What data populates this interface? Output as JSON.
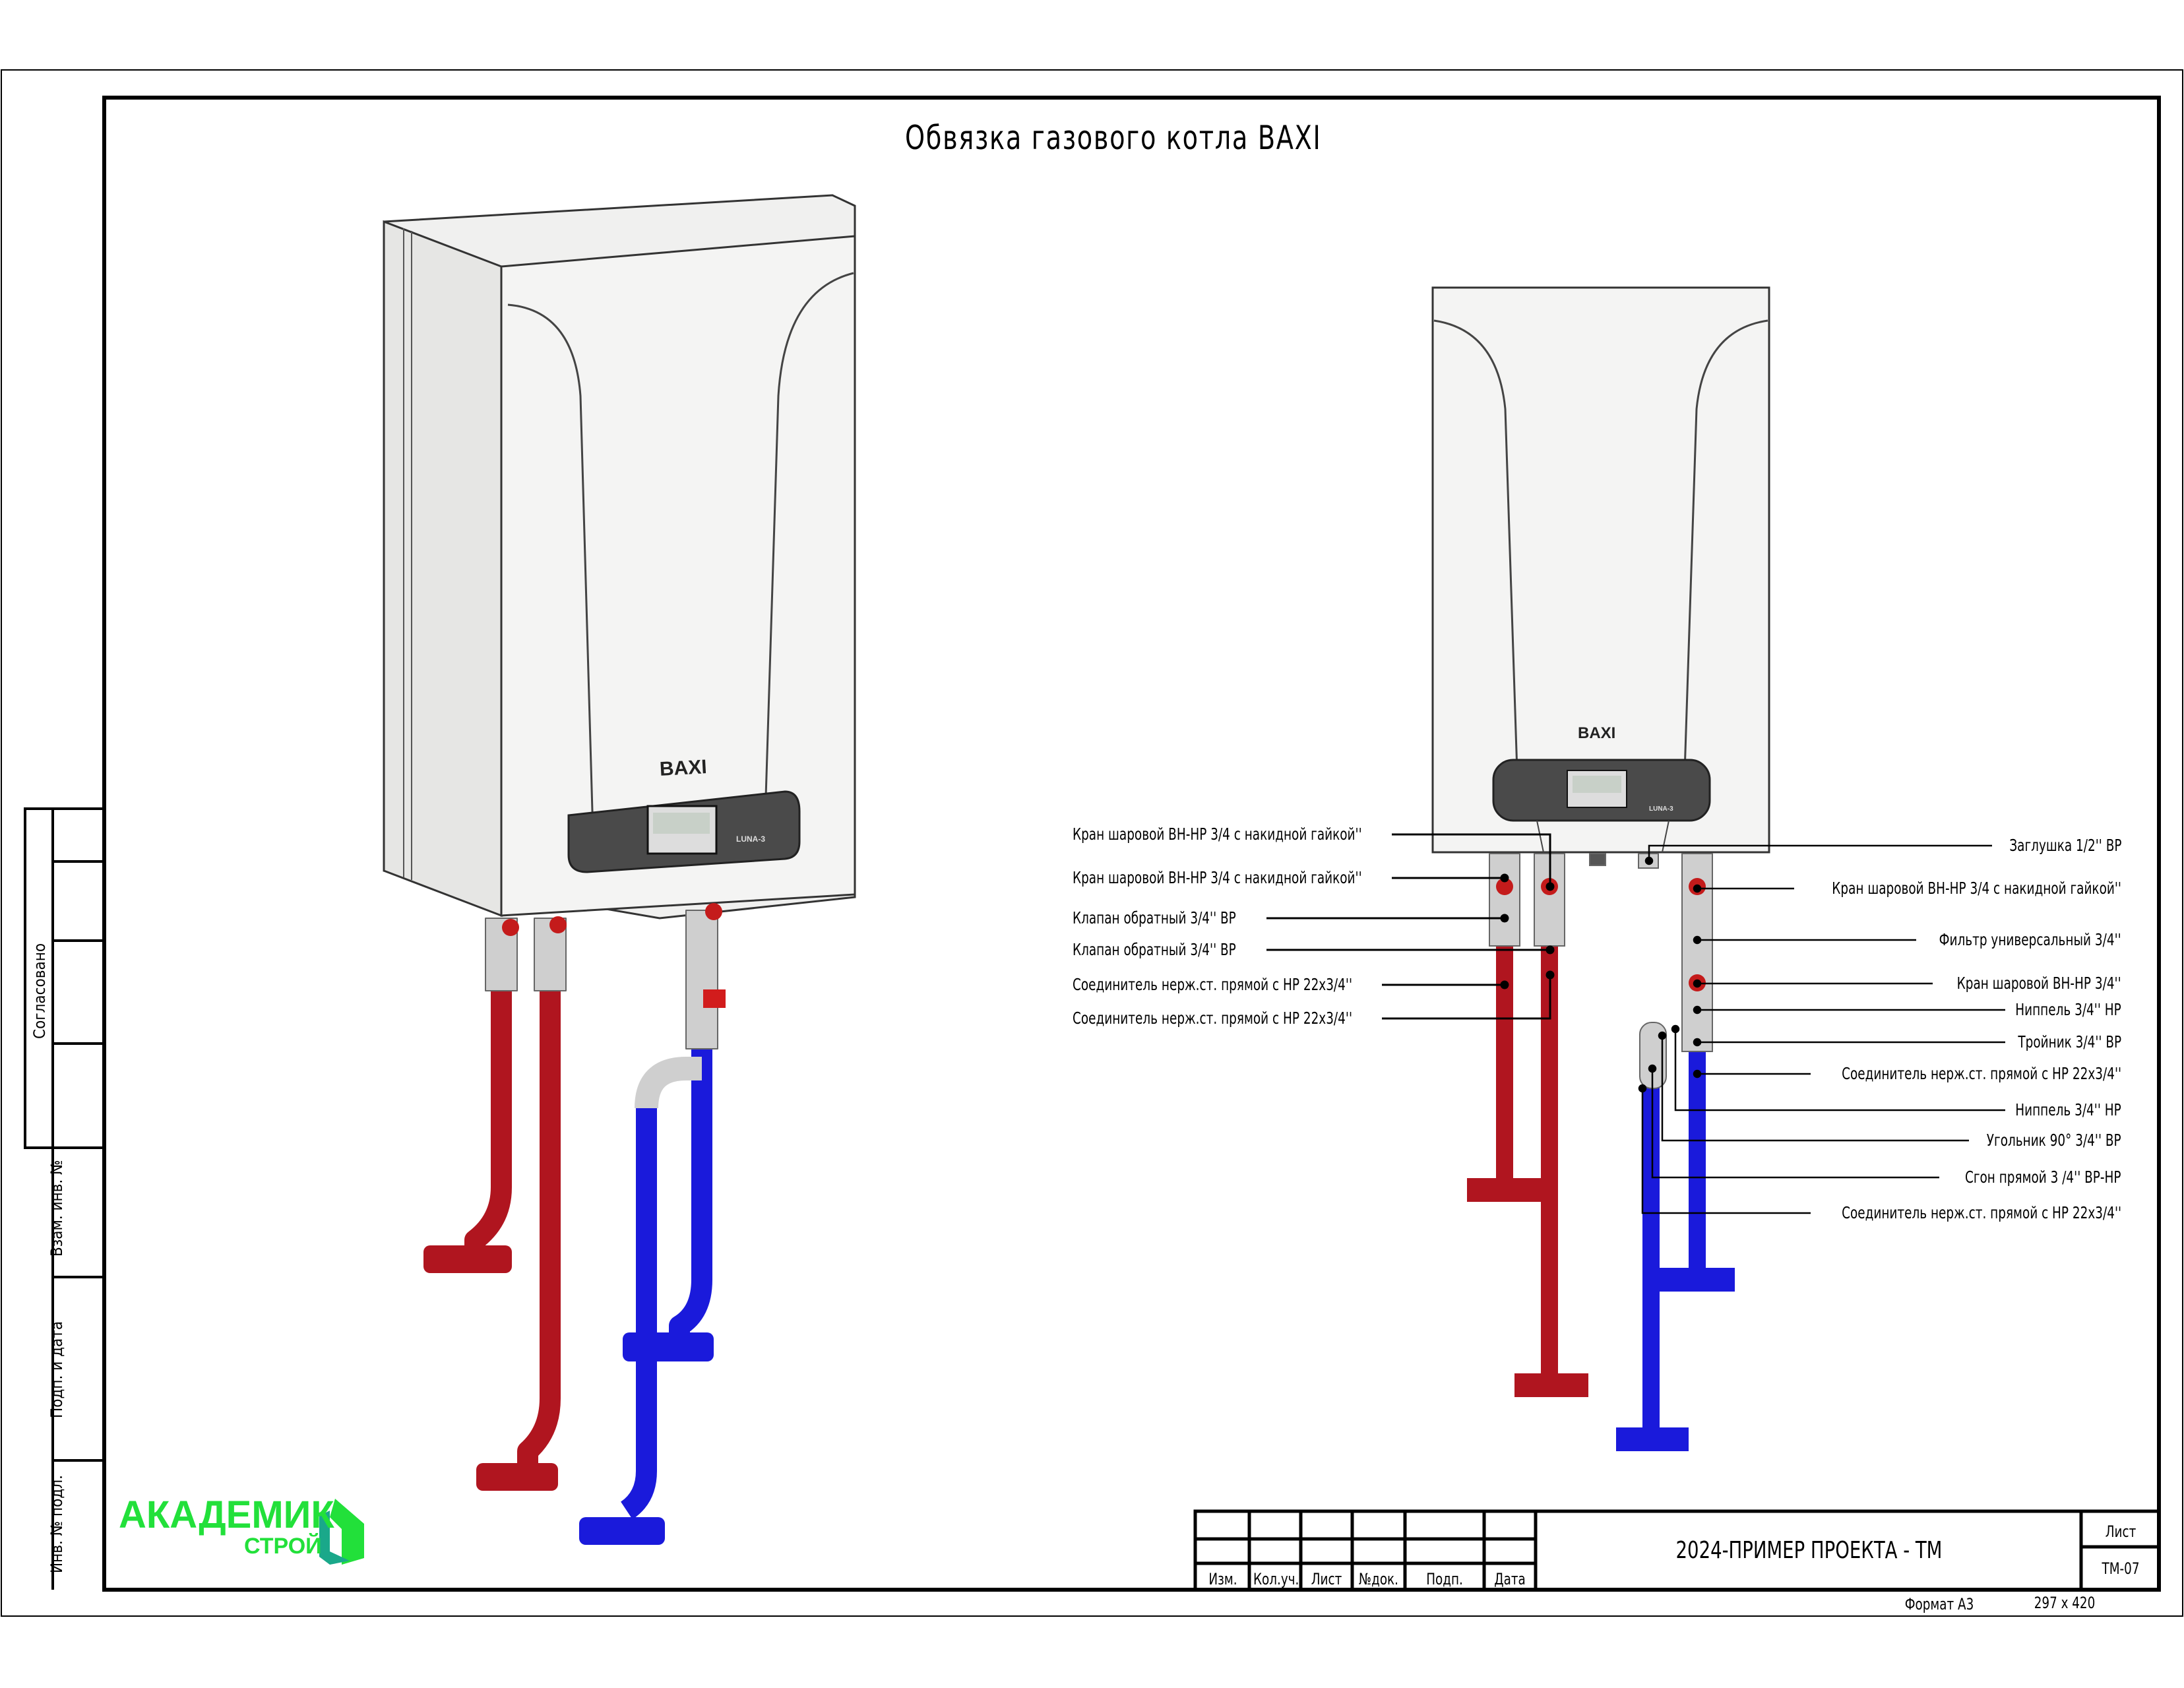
{
  "title": "Обвязка газового котла BAXI",
  "boiler": {
    "brand": "BAXI",
    "model": "LUNA-3"
  },
  "left_labels": [
    "Кран шаровой ВН-НР 3/4 с накидной гайкой''",
    "Кран шаровой ВН-НР 3/4 с накидной гайкой''",
    "Клапан обратный 3/4'' ВР",
    "Клапан обратный 3/4'' ВР",
    "Соединитель нерж.ст. прямой с НР 22х3/4''",
    "Соединитель нерж.ст. прямой с НР 22х3/4''"
  ],
  "right_labels": [
    "Заглушка 1/2'' ВР",
    "Кран шаровой ВН-НР 3/4 с накидной гайкой''",
    "Фильтр универсальный 3/4''",
    "Кран шаровой ВН-НР 3/4''",
    "Ниппель 3/4'' НР",
    "Тройник 3/4'' ВР",
    "Соединитель нерж.ст. прямой с НР 22х3/4''",
    "Ниппель 3/4'' НР",
    "Угольник 90° 3/4'' ВР",
    "Сгон прямой 3 /4'' ВР-НР",
    "Соединитель нерж.ст. прямой с НР 22х3/4''"
  ],
  "stamp": {
    "agreed": "Согласовано",
    "vzam": "Взам. инв. №",
    "podp": "Подп. и дата",
    "inv": "Инв. № подл."
  },
  "title_block": {
    "headers": [
      "Изм.",
      "Кол.уч.",
      "Лист",
      "№док.",
      "Подп.",
      "Дата"
    ],
    "project": "2024-ПРИМЕР ПРОЕКТА - ТМ",
    "sheet_label": "Лист",
    "sheet_code": "ТМ-07",
    "format": "Формат А3",
    "size": "297 x 420"
  },
  "logo": {
    "line1": "АКАДЕМИК",
    "line2": "СТРОЙ"
  },
  "colors": {
    "hot": "#b0151f",
    "cold": "#1a1adb",
    "panel": "#4a4a4a",
    "logo": "#22e03a"
  }
}
